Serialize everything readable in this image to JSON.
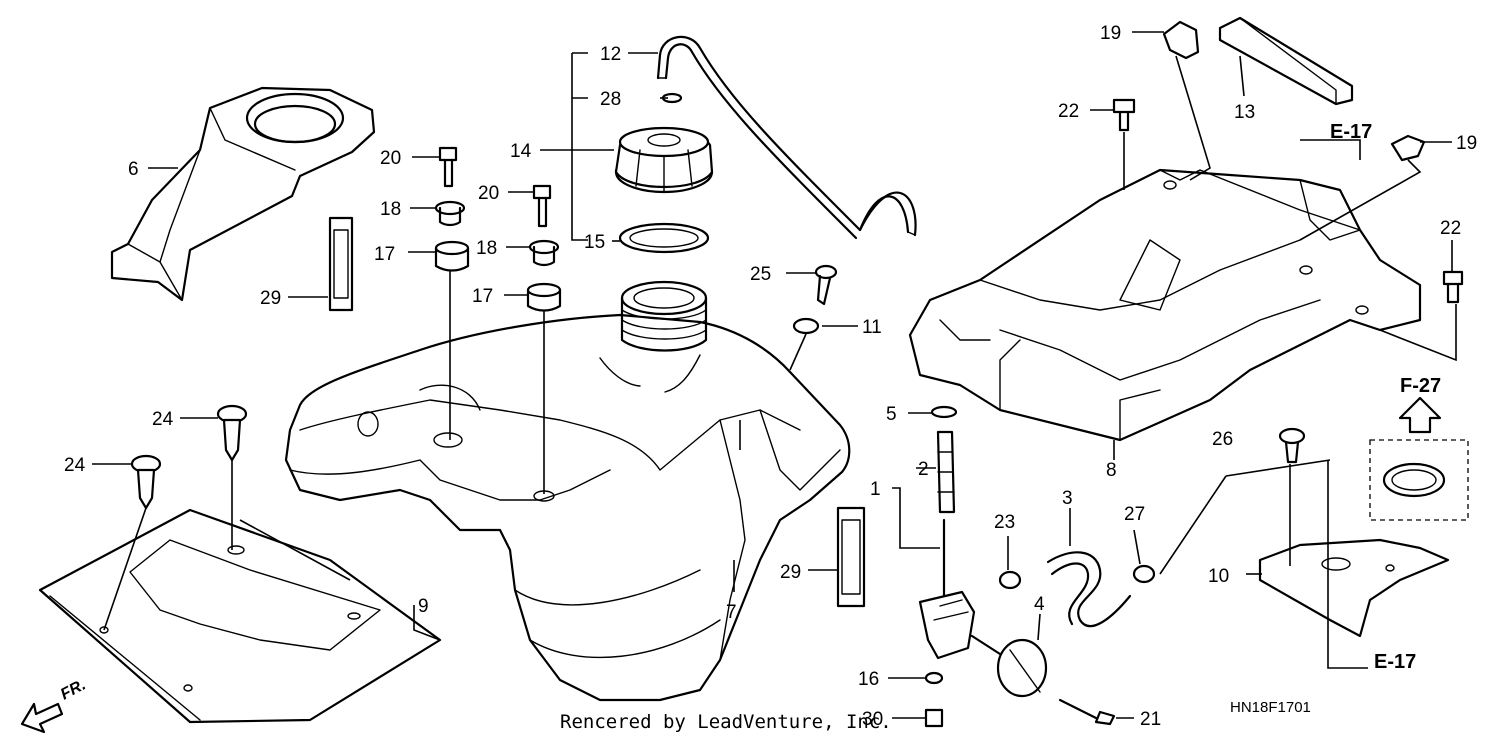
{
  "callouts": [
    {
      "id": "c1",
      "label": "1"
    },
    {
      "id": "c2",
      "label": "2"
    },
    {
      "id": "c3",
      "label": "3"
    },
    {
      "id": "c4",
      "label": "4"
    },
    {
      "id": "c5",
      "label": "5"
    },
    {
      "id": "c6",
      "label": "6"
    },
    {
      "id": "c7",
      "label": "7"
    },
    {
      "id": "c8",
      "label": "8"
    },
    {
      "id": "c9",
      "label": "9"
    },
    {
      "id": "c10",
      "label": "10"
    },
    {
      "id": "c11",
      "label": "11"
    },
    {
      "id": "c12",
      "label": "12"
    },
    {
      "id": "c13",
      "label": "13"
    },
    {
      "id": "c14",
      "label": "14"
    },
    {
      "id": "c15",
      "label": "15"
    },
    {
      "id": "c16",
      "label": "16"
    },
    {
      "id": "c17a",
      "label": "17"
    },
    {
      "id": "c17b",
      "label": "17"
    },
    {
      "id": "c18a",
      "label": "18"
    },
    {
      "id": "c18b",
      "label": "18"
    },
    {
      "id": "c19a",
      "label": "19"
    },
    {
      "id": "c19b",
      "label": "19"
    },
    {
      "id": "c20a",
      "label": "20"
    },
    {
      "id": "c20b",
      "label": "20"
    },
    {
      "id": "c21",
      "label": "21"
    },
    {
      "id": "c22a",
      "label": "22"
    },
    {
      "id": "c22b",
      "label": "22"
    },
    {
      "id": "c23",
      "label": "23"
    },
    {
      "id": "c24a",
      "label": "24"
    },
    {
      "id": "c24b",
      "label": "24"
    },
    {
      "id": "c25",
      "label": "25"
    },
    {
      "id": "c26",
      "label": "26"
    },
    {
      "id": "c27",
      "label": "27"
    },
    {
      "id": "c28",
      "label": "28"
    },
    {
      "id": "c29a",
      "label": "29"
    },
    {
      "id": "c29b",
      "label": "29"
    },
    {
      "id": "c30",
      "label": "30"
    }
  ],
  "references": {
    "e17_top": "E-17",
    "e17_bottom": "E-17",
    "f27": "F-27"
  },
  "front_marker": "FR.",
  "diagram_code": "HN18F1701",
  "watermark": "Rencered by LeadVenture, Inc."
}
